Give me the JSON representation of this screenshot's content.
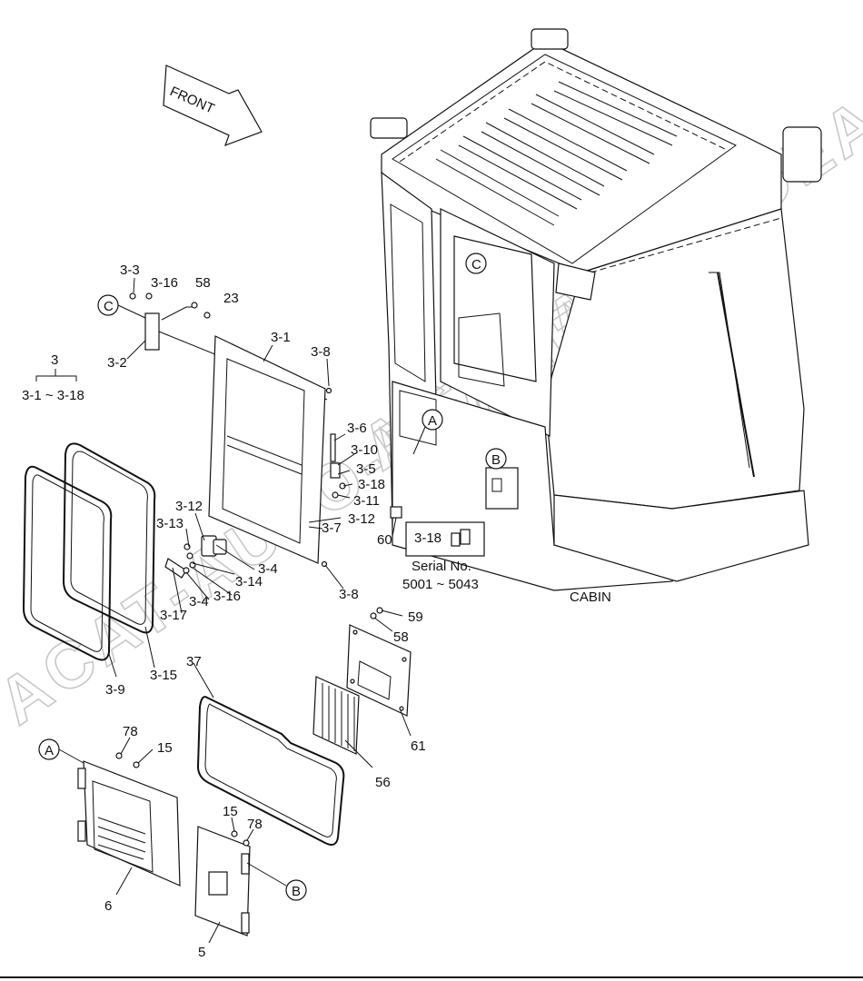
{
  "front_arrow": "FRONT",
  "cabin_title": "CABIN",
  "serial_box": {
    "part": "3-18",
    "line1": "Serial No.",
    "line2": "5001 ~ 5043"
  },
  "group": {
    "top": "3",
    "range": "3-1 ~ 3-18"
  },
  "circles": {
    "a": "A",
    "b": "B",
    "c": "C"
  },
  "labels": {
    "p3_3": "3-3",
    "p3_16a": "3-16",
    "p58a": "58",
    "p23": "23",
    "p3_2": "3-2",
    "p3_1": "3-1",
    "p3_8a": "3-8",
    "p3_6": "3-6",
    "p3_10": "3-10",
    "p3_5": "3-5",
    "p3_18": "3-18",
    "p3_11": "3-11",
    "p3_12a": "3-12",
    "p3_13": "3-13",
    "p3_7": "3-7",
    "p3_12b": "3-12",
    "p3_4a": "3-4",
    "p3_14": "3-14",
    "p3_16b": "3-16",
    "p3_4b": "3-4",
    "p3_17": "3-17",
    "p3_8b": "3-8",
    "p3_15": "3-15",
    "p3_9": "3-9",
    "p60": "60",
    "p59": "59",
    "p58b": "58",
    "p61": "61",
    "p56": "56",
    "p37": "37",
    "p78a": "78",
    "p15a": "15",
    "p6": "6",
    "p15b": "15",
    "p78b": "78",
    "p5": "5"
  },
  "watermark": {
    "line1": "ACAT-AUTO-DEALER.RU",
    "line2": "ACAT-AUTO-DEALER.RU"
  }
}
